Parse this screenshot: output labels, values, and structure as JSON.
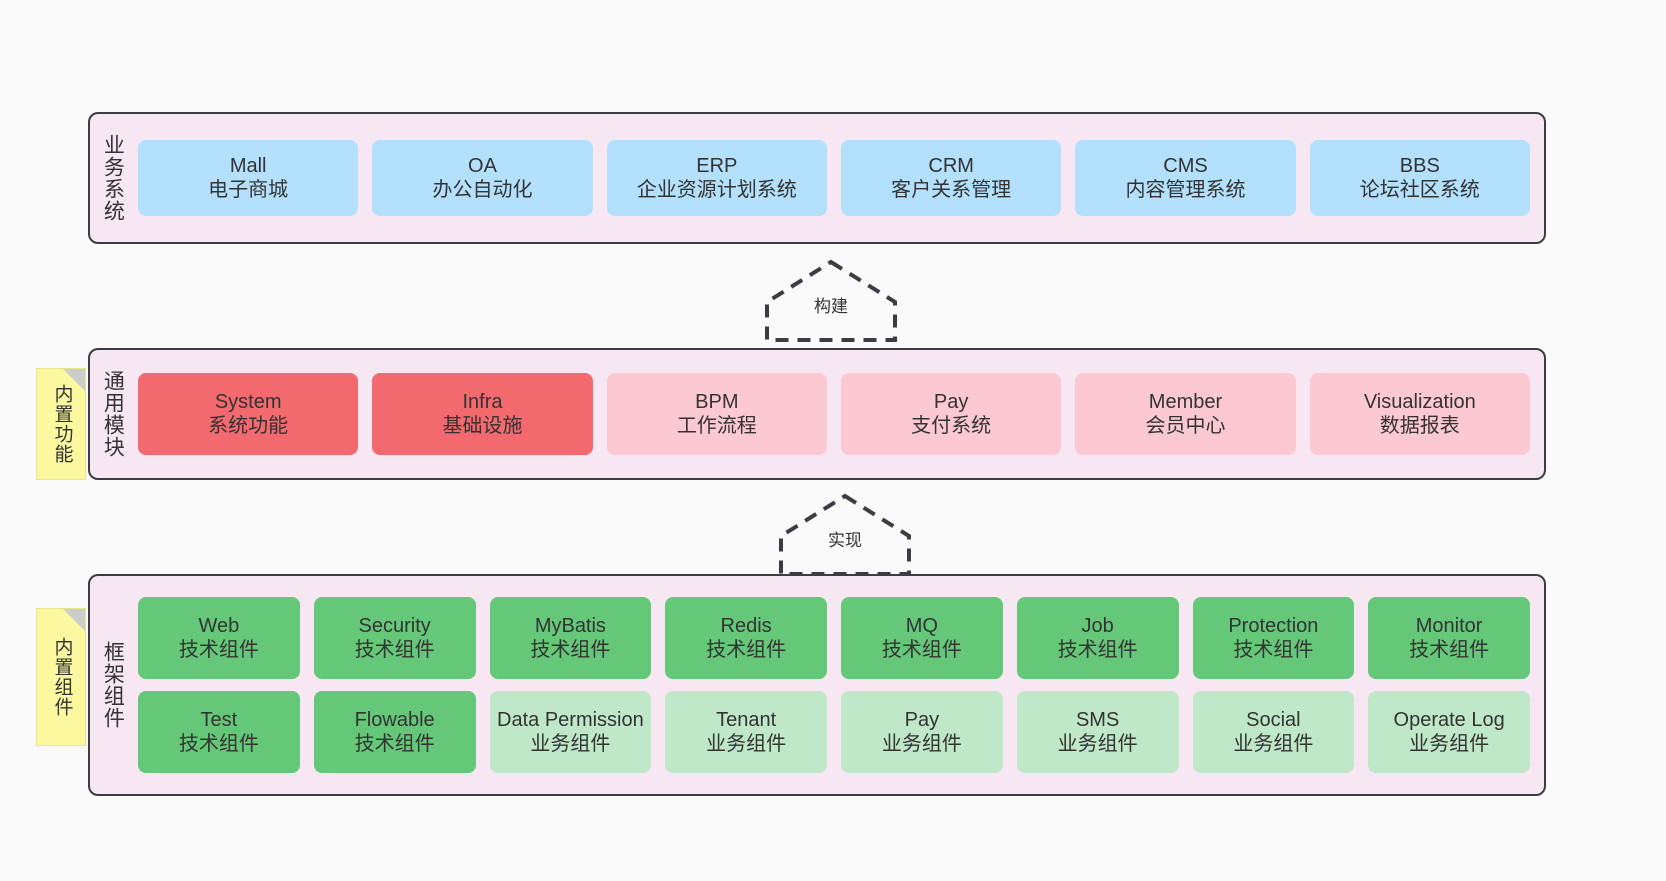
{
  "diagram": {
    "background_color": "#fafafa",
    "layer_fill": "#f7e7f3",
    "layer_border": "#3c3c44",
    "note_color": "#fbf8a0"
  },
  "layers": [
    {
      "id": "business-system",
      "title": "业务系统",
      "card_color": "#b3e0fc",
      "rows": [
        [
          {
            "en": "Mall",
            "cn": "电子商城",
            "tone": "blue"
          },
          {
            "en": "OA",
            "cn": "办公自动化",
            "tone": "blue"
          },
          {
            "en": "ERP",
            "cn": "企业资源计划系统",
            "tone": "blue"
          },
          {
            "en": "CRM",
            "cn": "客户关系管理",
            "tone": "blue"
          },
          {
            "en": "CMS",
            "cn": "内容管理系统",
            "tone": "blue"
          },
          {
            "en": "BBS",
            "cn": "论坛社区系统",
            "tone": "blue"
          }
        ]
      ]
    },
    {
      "id": "common-modules",
      "title": "通用模块",
      "card_color": "#f2696e",
      "card_color_alt": "#fcc9d2",
      "rows": [
        [
          {
            "en": "System",
            "cn": "系统功能",
            "tone": "red"
          },
          {
            "en": "Infra",
            "cn": "基础设施",
            "tone": "red"
          },
          {
            "en": "BPM",
            "cn": "工作流程",
            "tone": "pink"
          },
          {
            "en": "Pay",
            "cn": "支付系统",
            "tone": "pink"
          },
          {
            "en": "Member",
            "cn": "会员中心",
            "tone": "pink"
          },
          {
            "en": "Visualization",
            "cn": "数据报表",
            "tone": "pink"
          }
        ]
      ]
    },
    {
      "id": "framework-components",
      "title": "框架组件",
      "card_color": "#64c878",
      "card_color_alt": "#bfe8c8",
      "rows": [
        [
          {
            "en": "Web",
            "cn": "技术组件",
            "tone": "green"
          },
          {
            "en": "Security",
            "cn": "技术组件",
            "tone": "green"
          },
          {
            "en": "MyBatis",
            "cn": "技术组件",
            "tone": "green"
          },
          {
            "en": "Redis",
            "cn": "技术组件",
            "tone": "green"
          },
          {
            "en": "MQ",
            "cn": "技术组件",
            "tone": "green"
          },
          {
            "en": "Job",
            "cn": "技术组件",
            "tone": "green"
          },
          {
            "en": "Protection",
            "cn": "技术组件",
            "tone": "green"
          },
          {
            "en": "Monitor",
            "cn": "技术组件",
            "tone": "green"
          }
        ],
        [
          {
            "en": "Test",
            "cn": "技术组件",
            "tone": "green"
          },
          {
            "en": "Flowable",
            "cn": "技术组件",
            "tone": "green"
          },
          {
            "en": "Data Permission",
            "cn": "业务组件",
            "tone": "lightgreen"
          },
          {
            "en": "Tenant",
            "cn": "业务组件",
            "tone": "lightgreen"
          },
          {
            "en": "Pay",
            "cn": "业务组件",
            "tone": "lightgreen"
          },
          {
            "en": "SMS",
            "cn": "业务组件",
            "tone": "lightgreen"
          },
          {
            "en": "Social",
            "cn": "业务组件",
            "tone": "lightgreen"
          },
          {
            "en": "Operate Log",
            "cn": "业务组件",
            "tone": "lightgreen"
          }
        ]
      ]
    }
  ],
  "notes": [
    {
      "id": "builtin-function",
      "text": "内置功能"
    },
    {
      "id": "builtin-component",
      "text": "内置组件"
    }
  ],
  "connectors": [
    {
      "id": "build",
      "label": "构建",
      "style": "dashed-generalization-up"
    },
    {
      "id": "implement",
      "label": "实现",
      "style": "dashed-generalization-up"
    }
  ]
}
